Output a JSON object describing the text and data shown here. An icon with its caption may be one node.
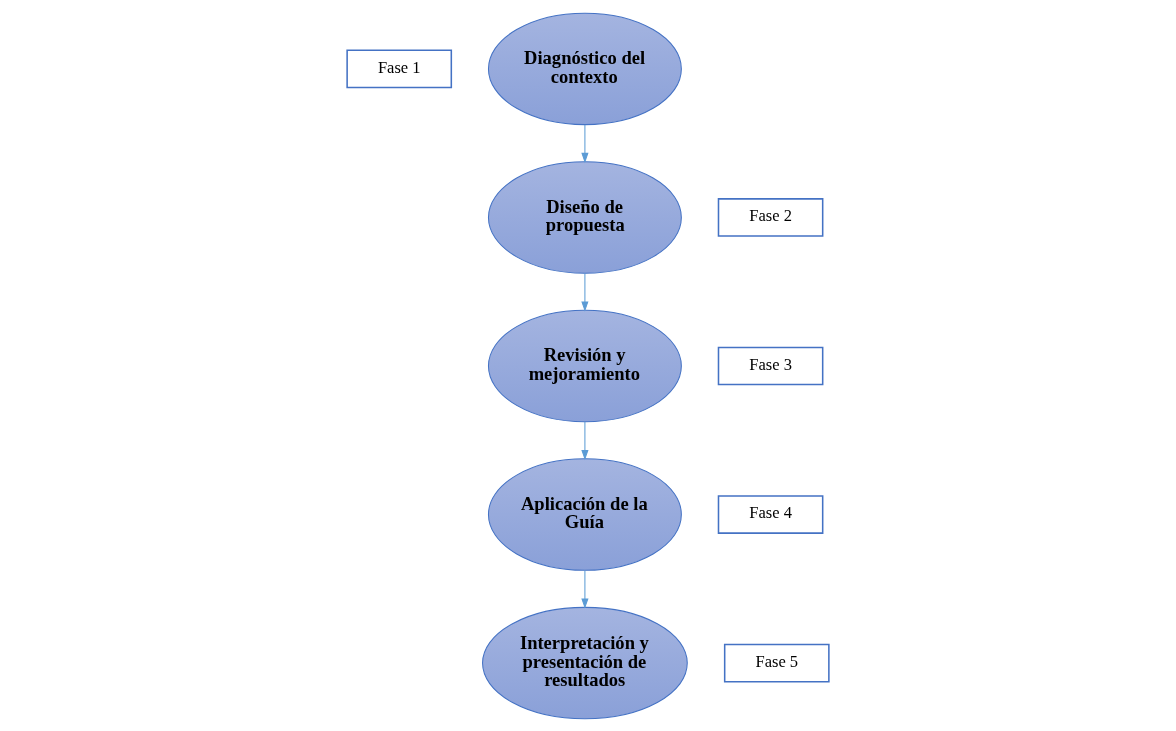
{
  "diagram": {
    "nodes": [
      {
        "text": [
          "Fase 1"
        ]
      },
      {
        "text": [
          "Diagnóstico del contexto"
        ]
      },
      {
        "text": [
          "Fase 2"
        ]
      },
      {
        "text": [
          "Diseño de propuesta"
        ]
      },
      {
        "text": [
          "Fase 3"
        ]
      },
      {
        "text": [
          "Revisión y mejoramiento"
        ]
      },
      {
        "text": [
          "Fase 4"
        ]
      },
      {
        "text": [
          "Aplicación de la Guía"
        ]
      },
      {
        "text": [
          "Fase 5"
        ]
      },
      {
        "text": [
          "Interpretación y presentación de resultados"
        ]
      }
    ],
    "edges": [
      {
        "from": 1,
        "to": 3,
        "arrow": "to"
      },
      {
        "from": 3,
        "to": 5,
        "arrow": "to"
      },
      {
        "from": 5,
        "to": 7,
        "arrow": "to"
      },
      {
        "from": 7,
        "to": 9,
        "arrow": "to"
      }
    ]
  }
}
